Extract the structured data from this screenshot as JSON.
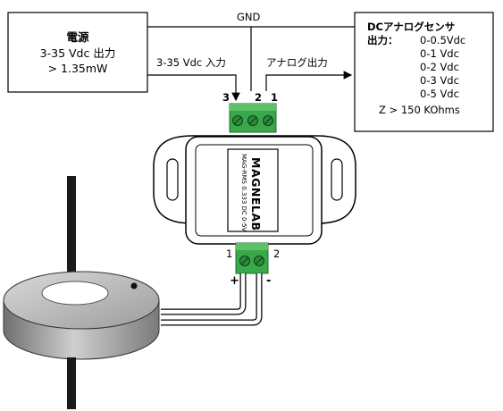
{
  "power_box": {
    "title": "電源",
    "line1": "3-35 Vdc 出力",
    "line2": "> 1.35mW"
  },
  "sensor_box": {
    "title": "DCアナログセンサ",
    "output_label": "出力：",
    "ranges": [
      "0-0.5Vdc",
      "0-1 Vdc",
      "0-2 Vdc",
      "0-3 Vdc",
      "0-5 Vdc"
    ],
    "impedance": "Z > 150 KOhms"
  },
  "wires": {
    "gnd": "GND",
    "input": "3-35 Vdc 入力",
    "analog_out": "アナログ出力"
  },
  "top_terminal": {
    "pin3": "3",
    "pin2": "2",
    "pin1": "1"
  },
  "bottom_terminal": {
    "pin1": "1",
    "pin2": "2",
    "plus": "+",
    "minus": "-"
  },
  "device": {
    "brand": "MAGNELAB",
    "model": "MAG-RMS 0.333 DC 0-5V"
  },
  "colors": {
    "terminal_green": "#3aa84a",
    "terminal_dark": "#1f6e2b",
    "device_fill": "#ffffff",
    "coil_top": "#bdbdbd",
    "coil_side": "#8a8a8a",
    "conductor": "#1a1a1a"
  }
}
